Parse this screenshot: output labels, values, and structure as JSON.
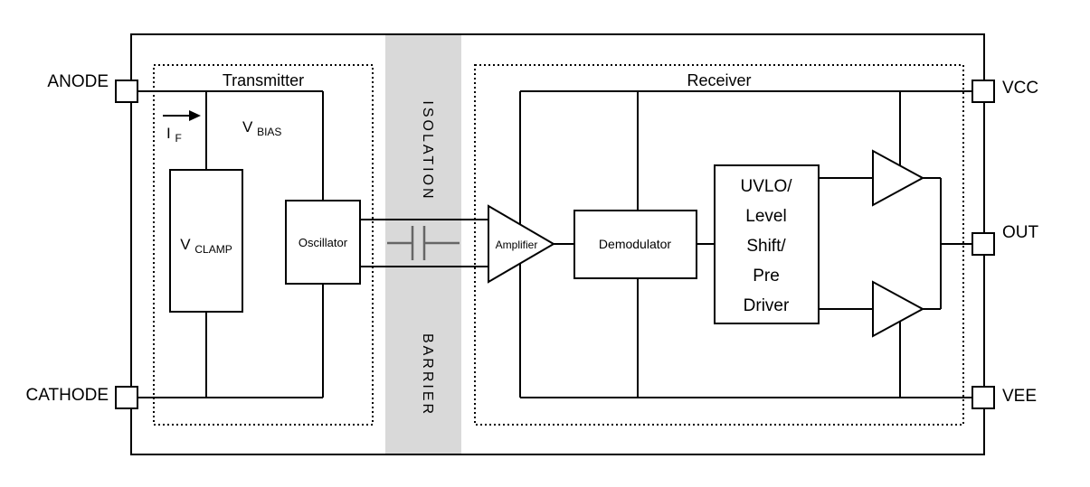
{
  "pins": {
    "anode": "ANODE",
    "cathode": "CATHODE",
    "vcc": "VCC",
    "out": "OUT",
    "vee": "VEE"
  },
  "transmitter": {
    "title": "Transmitter",
    "current_label": {
      "main": "I",
      "sub": "F"
    },
    "vbias": {
      "main": "V",
      "sub": "BIAS"
    },
    "vclamp": {
      "main": "V",
      "sub": "CLAMP"
    },
    "oscillator": "Oscillator"
  },
  "barrier": {
    "word_top": "ISOLATION",
    "word_bottom": "BARRIER"
  },
  "receiver": {
    "title": "Receiver",
    "amplifier": "Amplifier",
    "demodulator": "Demodulator",
    "uvlo_lines": [
      "UVLO/",
      "Level",
      "Shift/",
      "Pre",
      "Driver"
    ]
  },
  "colors": {
    "barrier_fill": "#d9d9d9",
    "capacitor": "#666666",
    "line": "#000000"
  }
}
